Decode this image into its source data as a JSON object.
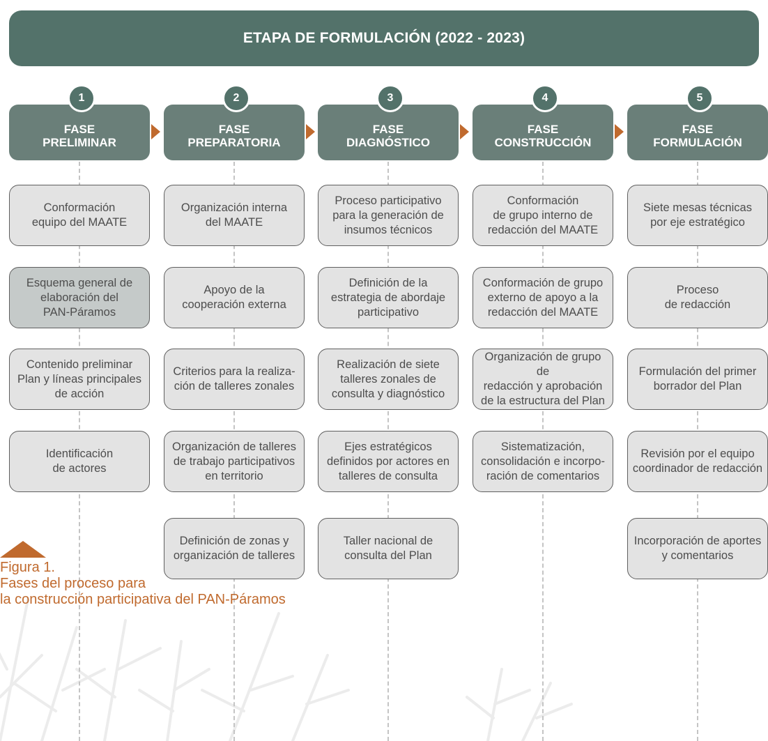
{
  "banner": {
    "title": "ETAPA DE FORMULACIÓN (2022 - 2023)"
  },
  "colors": {
    "banner": "#53726a",
    "phase_header": "#6a7f79",
    "box_fill": "#e3e3e3",
    "box_highlight": "#c5cac9",
    "box_border": "#5f5f5f",
    "accent": "#c06a2e",
    "dashed_line": "#c4c4c4"
  },
  "phases": [
    {
      "number": "1",
      "label_1": "FASE",
      "label_2": "PRELIMINAR",
      "steps": [
        {
          "l1": "Conformación",
          "l2": "equipo del MAATE",
          "l3": ""
        },
        {
          "l1": "Esquema general de",
          "l2": "elaboración del",
          "l3": "PAN-Páramos"
        },
        {
          "l1": "Contenido preliminar",
          "l2": "Plan y líneas principales",
          "l3": "de acción"
        },
        {
          "l1": "Identificación",
          "l2": "de actores",
          "l3": ""
        }
      ]
    },
    {
      "number": "2",
      "label_1": "FASE",
      "label_2": "PREPARATORIA",
      "steps": [
        {
          "l1": "Organización interna",
          "l2": "del MAATE",
          "l3": ""
        },
        {
          "l1": "Apoyo de la",
          "l2": "cooperación externa",
          "l3": ""
        },
        {
          "l1": "Criterios para la realiza-",
          "l2": "ción de talleres zonales",
          "l3": ""
        },
        {
          "l1": "Organización de talleres",
          "l2": "de trabajo participativos",
          "l3": "en territorio"
        },
        {
          "l1": "Definición de zonas y",
          "l2": "organización de talleres",
          "l3": ""
        }
      ]
    },
    {
      "number": "3",
      "label_1": "FASE",
      "label_2": "DIAGNÓSTICO",
      "steps": [
        {
          "l1": "Proceso participativo",
          "l2": "para la generación de",
          "l3": "insumos técnicos"
        },
        {
          "l1": "Definición de la",
          "l2": "estrategia de abordaje",
          "l3": "participativo"
        },
        {
          "l1": "Realización de siete",
          "l2": "talleres zonales de",
          "l3": "consulta y diagnóstico"
        },
        {
          "l1": "Ejes estratégicos",
          "l2": "definidos por actores en",
          "l3": "talleres de consulta"
        },
        {
          "l1": "Taller nacional de",
          "l2": "consulta del Plan",
          "l3": ""
        }
      ]
    },
    {
      "number": "4",
      "label_1": "FASE",
      "label_2": "CONSTRUCCIÓN",
      "steps": [
        {
          "l1": "Conformación",
          "l2": "de grupo interno de",
          "l3": "redacción del MAATE"
        },
        {
          "l1": "Conformación de grupo",
          "l2": "externo de apoyo a la",
          "l3": "redacción del MAATE"
        },
        {
          "l1": "Organización de grupo de",
          "l2": "redacción y aprobación",
          "l3": "de la estructura del Plan"
        },
        {
          "l1": "Sistematización,",
          "l2": "consolidación e incorpo-",
          "l3": "ración de comentarios"
        }
      ]
    },
    {
      "number": "5",
      "label_1": "FASE",
      "label_2": "FORMULACIÓN",
      "steps": [
        {
          "l1": "Siete mesas técnicas",
          "l2": "por eje estratégico",
          "l3": ""
        },
        {
          "l1": "Proceso",
          "l2": "de redacción",
          "l3": ""
        },
        {
          "l1": "Formulación del primer",
          "l2": "borrador del Plan",
          "l3": ""
        },
        {
          "l1": "Revisión por el equipo",
          "l2": "coordinador de redacción",
          "l3": ""
        },
        {
          "l1": "Incorporación de aportes",
          "l2": "y comentarios",
          "l3": ""
        }
      ]
    }
  ],
  "caption": {
    "title": "Figura 1.",
    "line_1": "Fases del proceso para",
    "line_2": "la construcción participativa del PAN-Páramos"
  }
}
